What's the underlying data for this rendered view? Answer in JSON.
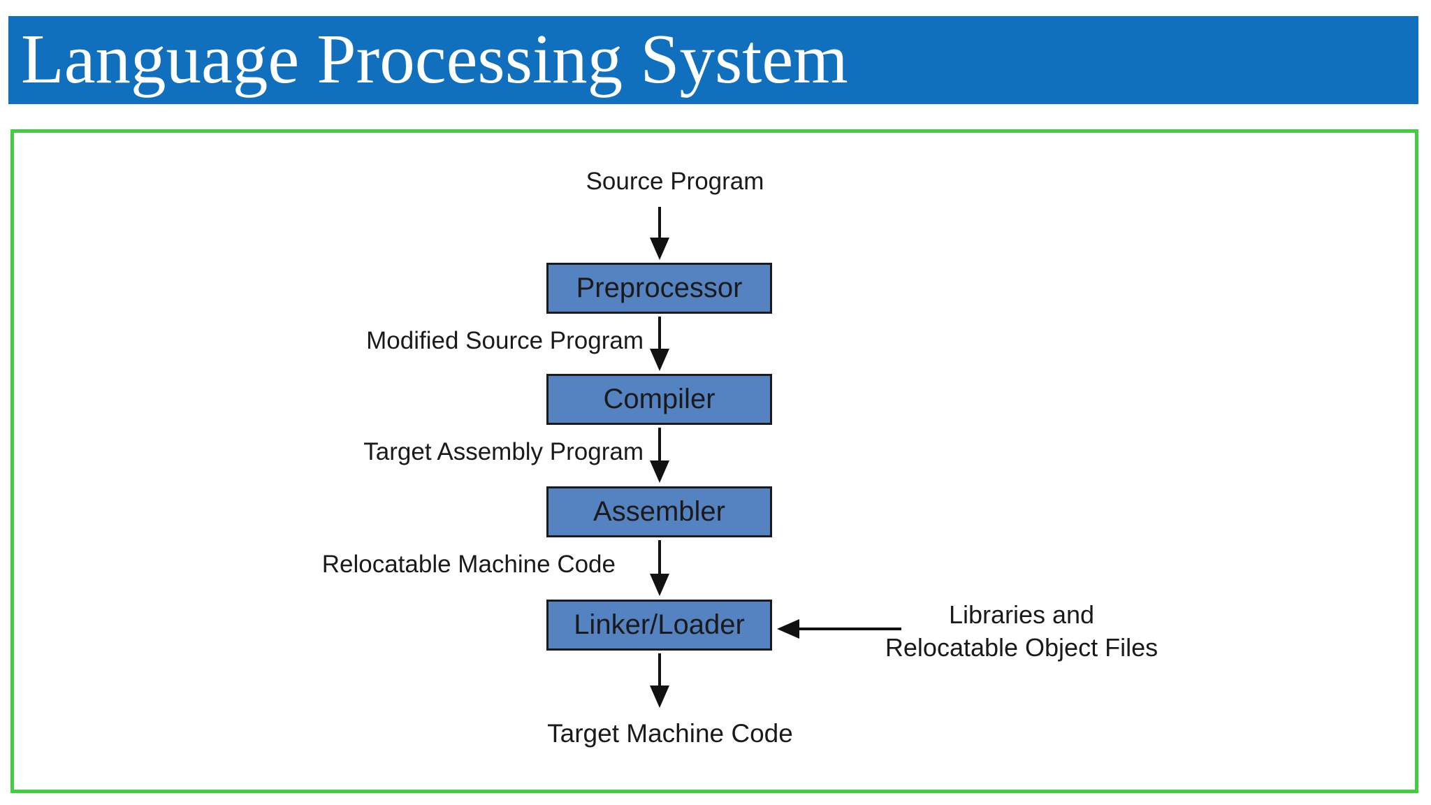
{
  "header": {
    "title": "Language Processing System"
  },
  "diagram": {
    "type": "flowchart",
    "input_label": "Source Program",
    "output_label": "Target Machine Code",
    "nodes": [
      {
        "label": "Preprocessor"
      },
      {
        "label": "Compiler"
      },
      {
        "label": "Assembler"
      },
      {
        "label": "Linker/Loader"
      }
    ],
    "edge_labels": {
      "preprocessor_to_compiler": "Modified Source Program",
      "compiler_to_assembler": "Target Assembly Program",
      "assembler_to_linker": "Relocatable Machine Code",
      "linker_side_input_line1": "Libraries and",
      "linker_side_input_line2": "Relocatable Object Files"
    }
  },
  "colors": {
    "header_bg": "#1070BE",
    "header_text": "#FFFFFF",
    "box_fill": "#5583C1",
    "box_border": "#1A1A1A",
    "frame_border": "#3FCE3F",
    "arrow": "#111111",
    "text": "#1A1A1A",
    "background": "#FFFFFF"
  }
}
